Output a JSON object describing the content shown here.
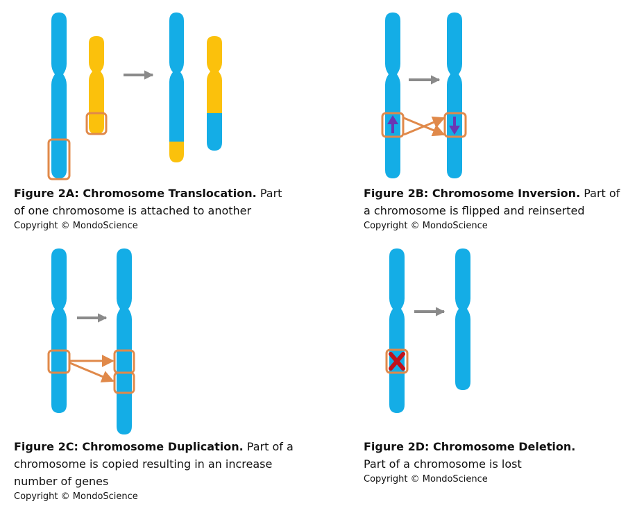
{
  "colors": {
    "chromosome_blue": "#14ade6",
    "chromosome_yellow": "#fbc10c",
    "highlight_box": "#e0894a",
    "process_arrow": "#8a8a8a",
    "inversion_arrow": "#6a36b4",
    "deletion_mark": "#c0121c"
  },
  "icons": {
    "process_arrow": "right-arrow-icon",
    "deletion_mark": "x-mark-icon"
  },
  "panels": {
    "a": {
      "title": "Figure 2A: Chromosome Translocation.",
      "desc_1": "Part",
      "desc_2": "of one chromosome is attached to another",
      "copyright": "Copyright © MondoScience"
    },
    "b": {
      "title": "Figure 2B: Chromosome Inversion.",
      "desc_1": "Part of",
      "desc_2": "a chromosome is flipped and reinserted",
      "copyright": "Copyright © MondoScience"
    },
    "c": {
      "title": "Figure 2C: Chromosome Duplication.",
      "desc_1": "Part of a",
      "desc_2": "chromosome is copied resulting in an increase",
      "desc_3": "number of genes",
      "copyright": "Copyright © MondoScience"
    },
    "d": {
      "title": "Figure 2D: Chromosome Deletion.",
      "desc_2": "Part of a chromosome is lost",
      "copyright": "Copyright © MondoScience"
    }
  }
}
